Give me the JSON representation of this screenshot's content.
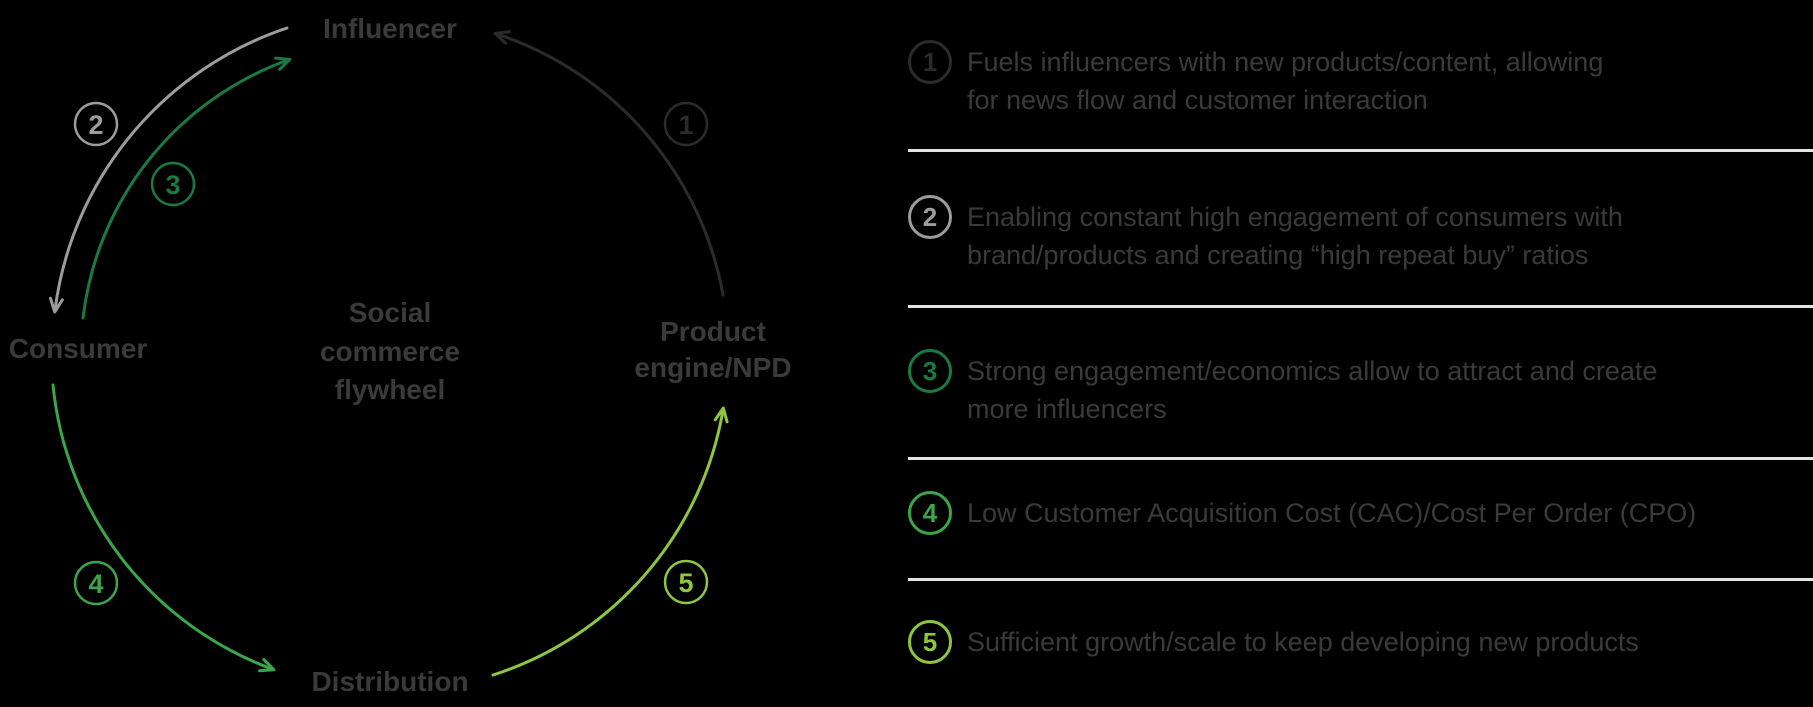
{
  "diagram": {
    "center": {
      "line1": "Social",
      "line2": "commerce",
      "line3": "flywheel"
    },
    "nodes": {
      "top": "Influencer",
      "left": "Consumer",
      "bottom": "Distribution",
      "right_line1": "Product",
      "right_line2": "engine/NPD"
    }
  },
  "steps": [
    {
      "number": "1",
      "color": "#2b2b2b",
      "line1": "Fuels influencers with new products/content, allowing",
      "line2": "for news flow and customer interaction"
    },
    {
      "number": "2",
      "color": "#9c9c9c",
      "line1": "Enabling constant high engagement of consumers with",
      "line2": "brand/products and creating “high repeat buy” ratios"
    },
    {
      "number": "3",
      "color": "#1a7a43",
      "line1": "Strong engagement/economics allow to attract and create",
      "line2": "more influencers"
    },
    {
      "number": "4",
      "color": "#3da549",
      "line1": "Low Customer Acquisition Cost (CAC)/Cost Per Order (CPO)",
      "line2": ""
    },
    {
      "number": "5",
      "color": "#8ec63f",
      "line1": "Sufficient growth/scale to keep developing new products",
      "line2": ""
    }
  ],
  "colors": {
    "background": "#000000",
    "text": "#3a3a3a",
    "divider": "#e4e4e4",
    "arrow_dark": "#2b2b2b",
    "arrow_gray": "#9c9c9c",
    "green_dark": "#1a7a43",
    "green_mid": "#3da549",
    "green_light": "#8ec63f"
  }
}
